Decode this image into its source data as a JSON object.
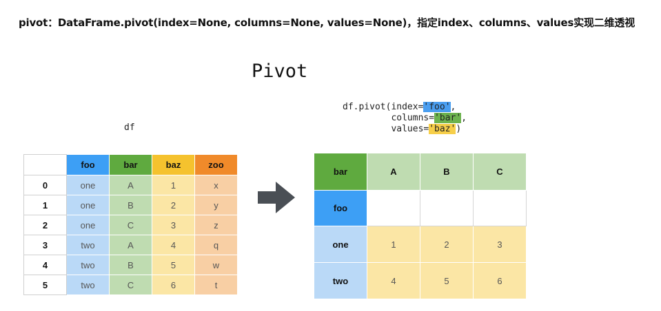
{
  "headline": "pivot：DataFrame.pivot(index=None, columns=None, values=None)，指定index、columns、values实现二维透视",
  "title": "Pivot",
  "df_label": "df",
  "code": {
    "line1_prefix": "df.pivot(index=",
    "line1_value": "'foo'",
    "line1_suffix": ",",
    "line2_prefix": "         columns=",
    "line2_value": "'bar'",
    "line2_suffix": ",",
    "line3_prefix": "         values=",
    "line3_value": "'baz'",
    "line3_suffix": ")"
  },
  "df_table": {
    "headers": [
      "foo",
      "bar",
      "baz",
      "zoo"
    ],
    "rows": [
      {
        "index": "0",
        "cells": [
          "one",
          "A",
          "1",
          "x"
        ]
      },
      {
        "index": "1",
        "cells": [
          "one",
          "B",
          "2",
          "y"
        ]
      },
      {
        "index": "2",
        "cells": [
          "one",
          "C",
          "3",
          "z"
        ]
      },
      {
        "index": "3",
        "cells": [
          "two",
          "A",
          "4",
          "q"
        ]
      },
      {
        "index": "4",
        "cells": [
          "two",
          "B",
          "5",
          "w"
        ]
      },
      {
        "index": "5",
        "cells": [
          "two",
          "C",
          "6",
          "t"
        ]
      }
    ]
  },
  "pivot_table": {
    "corner": "bar",
    "columns": [
      "A",
      "B",
      "C"
    ],
    "index_name": "foo",
    "rows": [
      {
        "label": "one",
        "values": [
          "1",
          "2",
          "3"
        ]
      },
      {
        "label": "two",
        "values": [
          "4",
          "5",
          "6"
        ]
      }
    ]
  },
  "colors": {
    "foo": "#3d9ff5",
    "bar": "#5faa3f",
    "baz": "#f5c22e",
    "zoo": "#f08a2a",
    "arrow": "#4a4f55"
  },
  "arrow_icon": "right-arrow-icon"
}
